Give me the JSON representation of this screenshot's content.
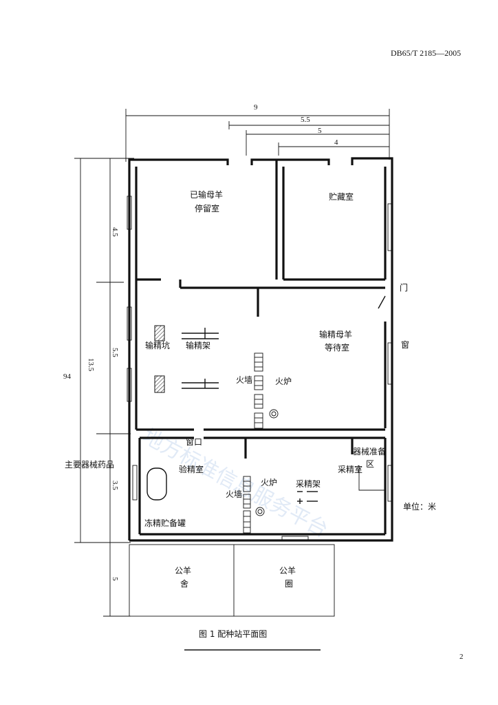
{
  "header": {
    "standard_code": "DB65/T 2185—2005"
  },
  "page_number": "2",
  "figure": {
    "caption": "图 1    配种站平面图"
  },
  "dimensions": {
    "top_total": "9",
    "top_55": "5.5",
    "top_5": "5",
    "top_4": "4",
    "left_total": "94",
    "left_135": "13.5",
    "left_45": "4.5",
    "left_55": "5.5",
    "left_35": "3.5",
    "left_5": "5"
  },
  "rooms": {
    "ewe_rest_line1": "已输母羊",
    "ewe_rest_line2": "停留室",
    "storage": "贮藏室",
    "insemination_pit": "输精坑",
    "insemination_frame": "输精架",
    "fire_wall_a": "火墙",
    "stove_a": "火炉",
    "waiting_line1": "输精母羊",
    "waiting_line2": "等待室",
    "semen_check": "验精室",
    "fire_wall_b": "火墙",
    "stove_b": "火炉",
    "collection_frame": "采精架",
    "collection_room": "采精室",
    "equip_prep_line1": "器械准备",
    "equip_prep_line2": "区",
    "frozen_tank": "冻精贮备罐",
    "ram_house_line1": "公羊",
    "ram_house_line2": "舍",
    "ram_pen_line1": "公羊",
    "ram_pen_line2": "圈",
    "door": "门",
    "window_right": "窗",
    "window_mid": "窗口"
  },
  "side_labels": {
    "equipment": "主要器械药品",
    "unit": "单位：米"
  },
  "watermark": "地方标准信息服务平台"
}
